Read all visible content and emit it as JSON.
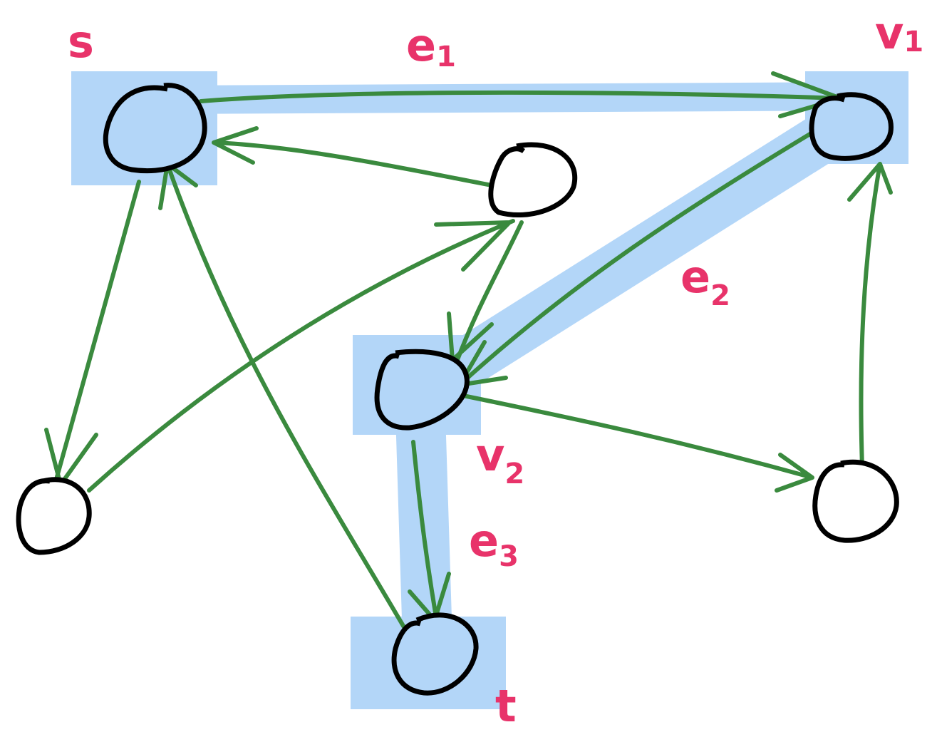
{
  "title": "Graph path s to t",
  "colors": {
    "highlight": "#b3d6f8",
    "edge": "#3a8a3e",
    "label": "#e8336a",
    "node_stroke": "#000000"
  },
  "labels": {
    "s": "s",
    "v1": {
      "base": "v",
      "sub": "1"
    },
    "v2": {
      "base": "v",
      "sub": "2"
    },
    "t": "t",
    "e1": {
      "base": "e",
      "sub": "1"
    },
    "e2": {
      "base": "e",
      "sub": "2"
    },
    "e3": {
      "base": "e",
      "sub": "3"
    }
  }
}
